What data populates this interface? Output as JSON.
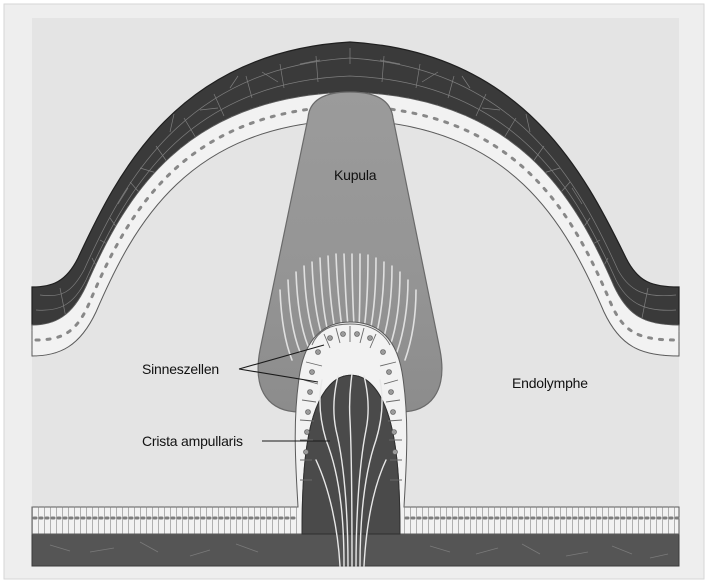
{
  "labels": {
    "kupula": "Kupula",
    "endolymphe": "Endolymphe",
    "sinneszellen": "Sinneszellen",
    "crista": "Crista ampullaris"
  },
  "colors": {
    "frame": "#eeeeee",
    "background": "#e3e3e3",
    "dark_epithelium": "#3a3a3a",
    "cell_outline": "#7a7a7a",
    "light_cells": "#f2f2f2",
    "cupula": "#9a9a9a",
    "tissue": "#555555",
    "text": "#111111"
  }
}
